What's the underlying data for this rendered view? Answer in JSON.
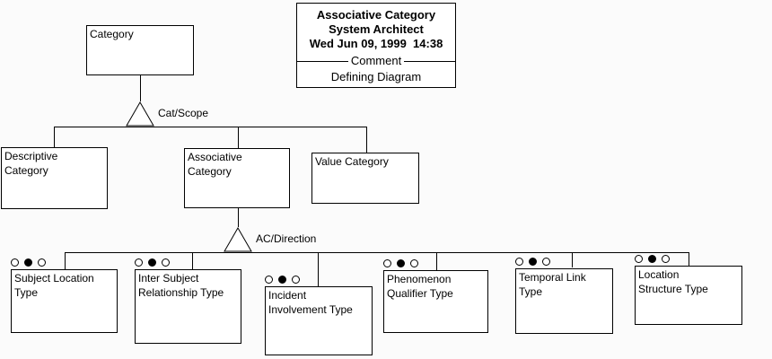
{
  "title_box": {
    "title": "Associative Category",
    "subtitle": "System Architect",
    "timestamp": "Wed Jun 09, 1999  14:38",
    "divider_label": "Comment",
    "comment": "Defining Diagram"
  },
  "labels": {
    "cat_scope": "Cat/Scope",
    "ac_direction": "AC/Direction"
  },
  "nodes": {
    "root": {
      "label": "Category"
    },
    "level2": [
      {
        "label": "Descriptive\nCategory"
      },
      {
        "label": "Associative\nCategory"
      },
      {
        "label": "Value Category"
      }
    ],
    "level3": [
      {
        "label": "Subject Location\nType",
        "indicators": [
          "open",
          "filled",
          "open"
        ]
      },
      {
        "label": "Inter Subject\nRelationship Type",
        "indicators": [
          "open",
          "filled",
          "open"
        ]
      },
      {
        "label": "Incident\nInvolvement Type",
        "indicators": [
          "open",
          "filled",
          "open"
        ]
      },
      {
        "label": "Phenomenon\nQualifier Type",
        "indicators": [
          "open",
          "filled",
          "open"
        ]
      },
      {
        "label": "Temporal Link\nType",
        "indicators": [
          "open",
          "filled",
          "open"
        ]
      },
      {
        "label": "Location\nStructure Type",
        "indicators": [
          "open",
          "filled",
          "open"
        ]
      }
    ]
  },
  "colors": {
    "line": "#000000",
    "box_fill": "#ffffff",
    "background": "#fbfbfb",
    "text": "#000000"
  }
}
